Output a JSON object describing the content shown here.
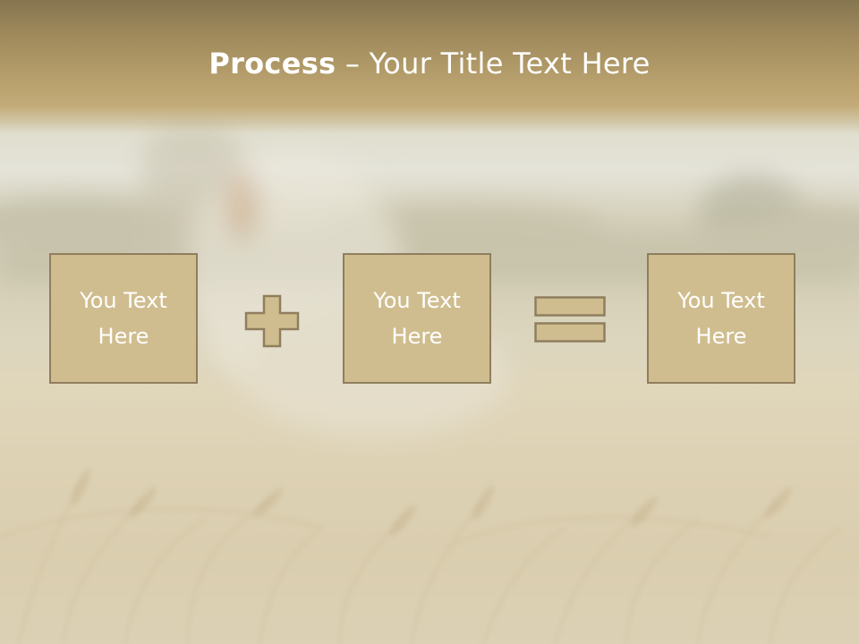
{
  "slide": {
    "title_bold": "Process",
    "title_rest": " – Your Title Text Here",
    "boxes": [
      {
        "line1": "You Text",
        "line2": "Here"
      },
      {
        "line1": "You Text",
        "line2": "Here"
      },
      {
        "line1": "You Text",
        "line2": "Here"
      }
    ],
    "operators": [
      "plus-icon",
      "equals-icon"
    ]
  },
  "colors": {
    "header": "#a08a5c",
    "box_fill": "#d0bd8f",
    "box_border": "#8f7e5e",
    "text": "#ffffff"
  }
}
